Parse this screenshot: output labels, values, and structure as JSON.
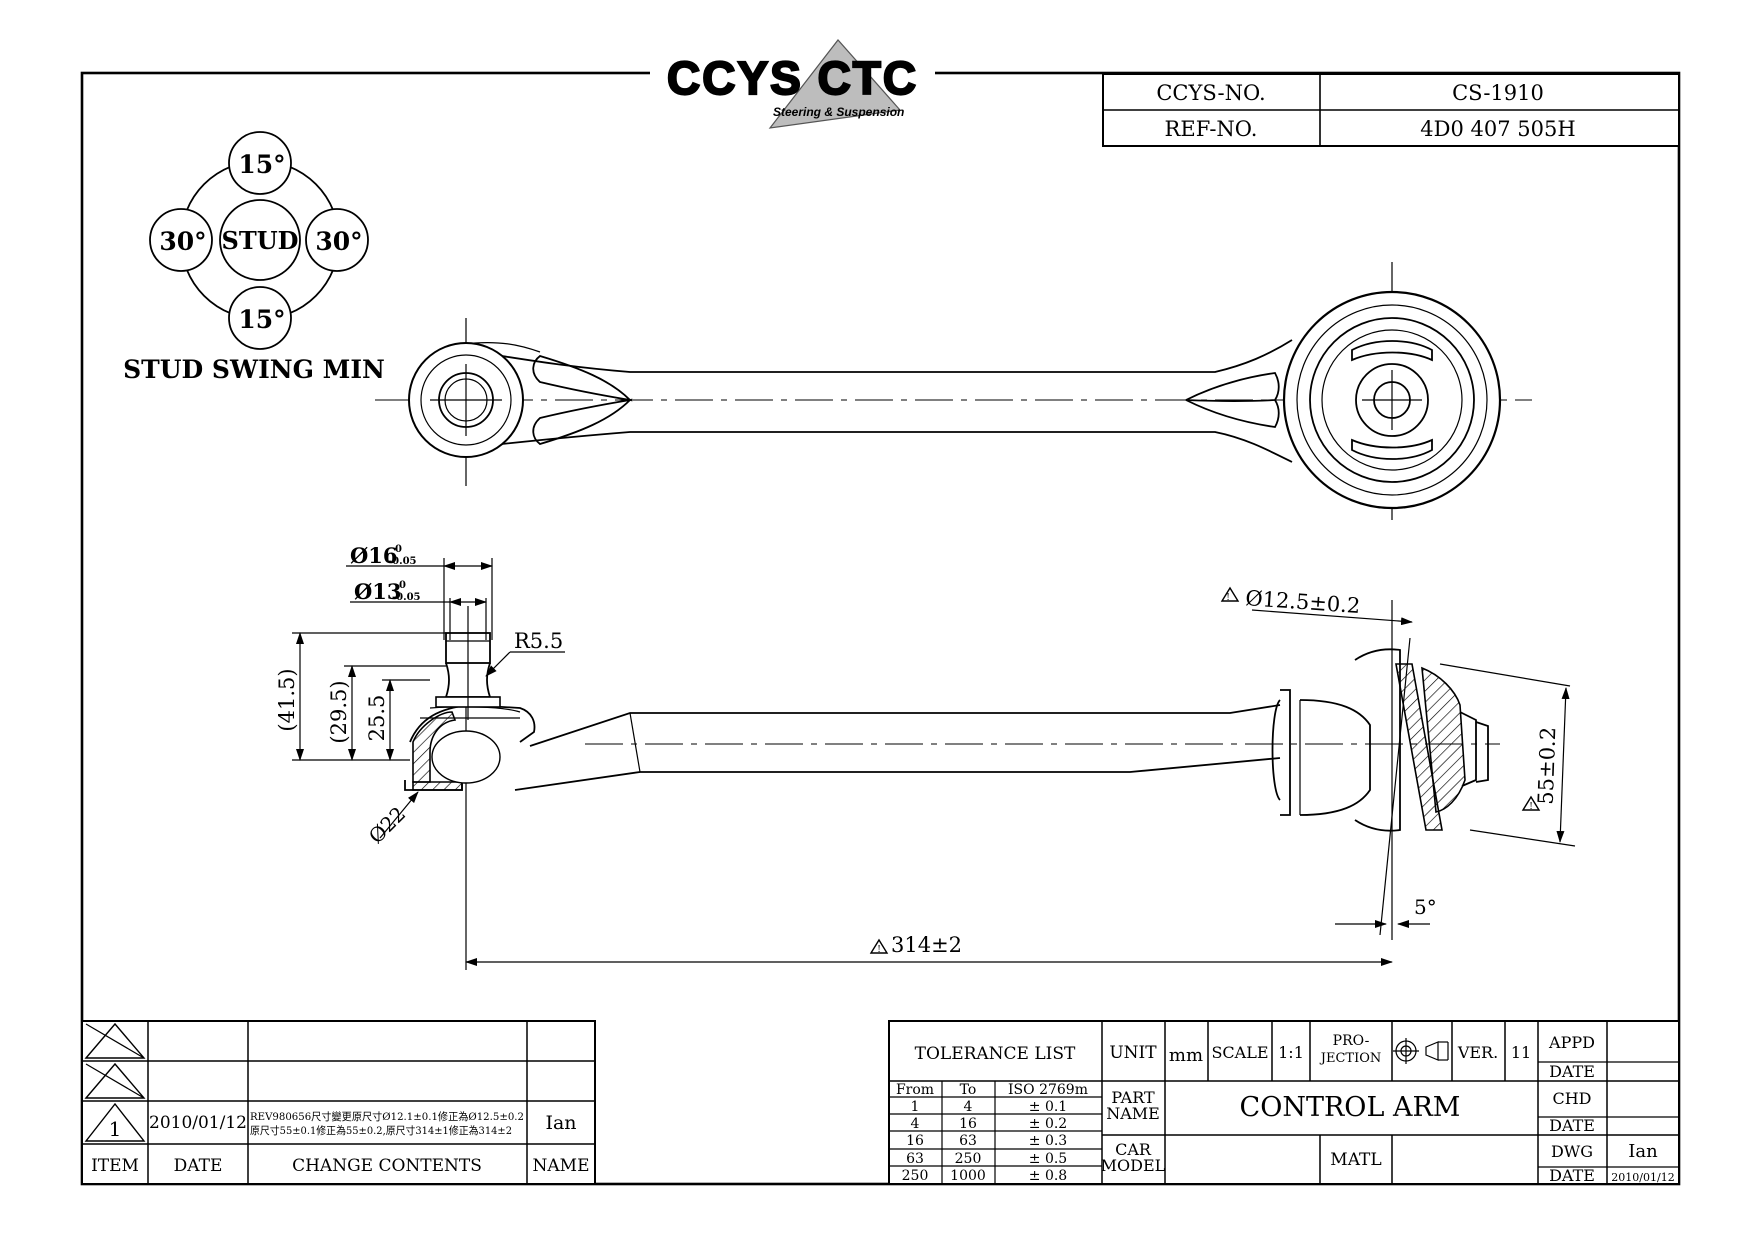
{
  "logo": {
    "brand": "CCYS CTC",
    "tagline": "Steering & Suspension"
  },
  "header": {
    "ccys_no_label": "CCYS-NO.",
    "ccys_no_value": "CS-1910",
    "ref_no_label": "REF-NO.",
    "ref_no_value": "4D0 407 505H"
  },
  "swing": {
    "center": "STUD",
    "top": "15°",
    "bottom": "15°",
    "left": "30°",
    "right": "30°",
    "caption": "STUD SWING MIN"
  },
  "dimensions": {
    "dia16": "Ø16",
    "dia16_tol_upper": "0",
    "dia16_tol_lower": "-0.05",
    "dia13": "Ø13",
    "dia13_tol_upper": "0",
    "dia13_tol_lower": "-0.05",
    "r55": "R5.5",
    "h415": "(41.5)",
    "h295": "(29.5)",
    "h255": "25.5",
    "dia22": "Ø22",
    "dia125": "Ø12.5±0.2",
    "w55": "55±0.2",
    "angle5": "5°",
    "len314": "314±2"
  },
  "revision_table": {
    "headers": [
      "ITEM",
      "DATE",
      "CHANGE CONTENTS",
      "NAME"
    ],
    "rows": [
      {
        "item": "",
        "date": "",
        "change": "",
        "name": ""
      },
      {
        "item": "",
        "date": "",
        "change": "",
        "name": ""
      },
      {
        "item": "1",
        "date": "2010/01/12",
        "change_line1": "REV980656尺寸變更原尺寸Ø12.1±0.1修正為Ø12.5±0.2",
        "change_line2": "原尺寸55±0.1修正為55±0.2,原尺寸314±1修正為314±2",
        "name": "Ian"
      }
    ]
  },
  "title_block": {
    "tolerance_title": "TOLERANCE LIST",
    "tolerance_headers": [
      "From",
      "To",
      "ISO 2769m"
    ],
    "tolerance_rows": [
      [
        "1",
        "4",
        "± 0.1"
      ],
      [
        "4",
        "16",
        "± 0.2"
      ],
      [
        "16",
        "63",
        "± 0.3"
      ],
      [
        "63",
        "250",
        "± 0.5"
      ],
      [
        "250",
        "1000",
        "± 0.8"
      ]
    ],
    "unit_label": "UNIT",
    "unit_value": "mm",
    "scale_label": "SCALE",
    "scale_value": "1:1",
    "projection_label_1": "PRO-",
    "projection_label_2": "JECTION",
    "ver_label": "VER.",
    "ver_value": "11",
    "part_name_label_1": "PART",
    "part_name_label_2": "NAME",
    "part_name_value": "CONTROL ARM",
    "car_model_label_1": "CAR",
    "car_model_label_2": "MODEL",
    "matl_label": "MATL",
    "appd_label": "APPD",
    "date_label": "DATE",
    "chd_label": "CHD",
    "dwg_label": "DWG",
    "dwg_value": "Ian",
    "dwg_date": "2010/01/12"
  }
}
